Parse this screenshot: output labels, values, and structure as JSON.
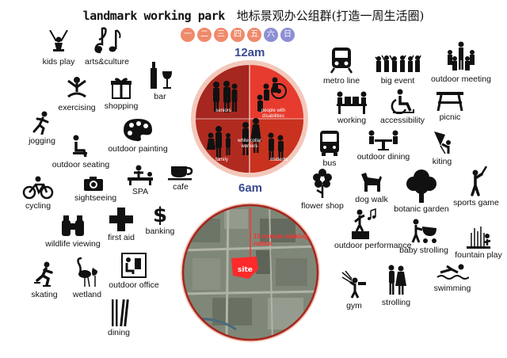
{
  "title": {
    "en": "landmark working park",
    "cn": "地标景观办公组群(打造一周生活圈)"
  },
  "week": [
    {
      "label": "一",
      "type": "weekday"
    },
    {
      "label": "二",
      "type": "weekday"
    },
    {
      "label": "三",
      "type": "weekday"
    },
    {
      "label": "四",
      "type": "weekday"
    },
    {
      "label": "五",
      "type": "weekday"
    },
    {
      "label": "六",
      "type": "weekend"
    },
    {
      "label": "日",
      "type": "weekend"
    }
  ],
  "colors": {
    "weekday": "#ef8a6b",
    "weekend": "#8d8fd4",
    "circle_red": "#e63b2e",
    "circle_dark": "#a5271f",
    "clock": "#3a4a8e"
  },
  "clock": {
    "top": "12am",
    "bottom": "6am"
  },
  "user_groups": {
    "seniors": "seniors",
    "disabled": "people with disabilities",
    "workers": "white collar workers",
    "family": "family",
    "students": "students"
  },
  "map": {
    "radius_label": "15 minute walking radius",
    "site_label": "site"
  },
  "activities_left": {
    "kids_play": "kids play",
    "arts_culture": "arts&culture",
    "exercising": "exercising",
    "shopping": "shopping",
    "bar": "bar",
    "jogging": "jogging",
    "outdoor_painting": "outdoor painting",
    "outdoor_seating": "outdoor seating",
    "sightseeing": "sightseeing",
    "spa": "SPA",
    "cafe": "cafe",
    "cycling": "cycling",
    "first_aid": "first aid",
    "banking": "banking",
    "wildlife_viewing": "wildlife viewing",
    "skating": "skating",
    "wetland": "wetland",
    "outdoor_office": "outdoor office",
    "dining": "dining"
  },
  "activities_right": {
    "metro_line": "metro line",
    "big_event": "big event",
    "outdoor_meeting": "outdoor meeting",
    "working": "working",
    "accessibility": "accessibility",
    "picnic": "picnic",
    "bus": "bus",
    "outdoor_dining": "outdoor dining",
    "kiting": "kiting",
    "flower_shop": "flower shop",
    "dog_walk": "dog walk",
    "botanic_garden": "botanic garden",
    "sports_game": "sports game",
    "outdoor_performance": "outdoor performance",
    "baby_strolling": "baby strolling",
    "fountain_play": "fountain play",
    "gym": "gym",
    "strolling": "strolling",
    "swimming": "swimming"
  },
  "icons": [
    "swing-icon",
    "music-icon",
    "yoga-icon",
    "gift-icon",
    "bottle-icon",
    "runner-icon",
    "palette-icon",
    "chair-icon",
    "camera-icon",
    "massage-icon",
    "cup-icon",
    "bicycle-icon",
    "cross-icon",
    "dollar-icon",
    "binoculars-icon",
    "skater-icon",
    "flamingo-icon",
    "laptop-icon",
    "chopsticks-icon",
    "train-icon",
    "crowd-icon",
    "meeting-icon",
    "desk-icon",
    "wheelchair-icon",
    "picnic-table-icon",
    "bus-icon",
    "table-icon",
    "kite-icon",
    "flower-icon",
    "dog-icon",
    "tree-icon",
    "baseball-icon",
    "performer-icon",
    "stroller-icon",
    "fountain-icon",
    "gym-icon",
    "couple-icon",
    "swimmer-icon"
  ]
}
